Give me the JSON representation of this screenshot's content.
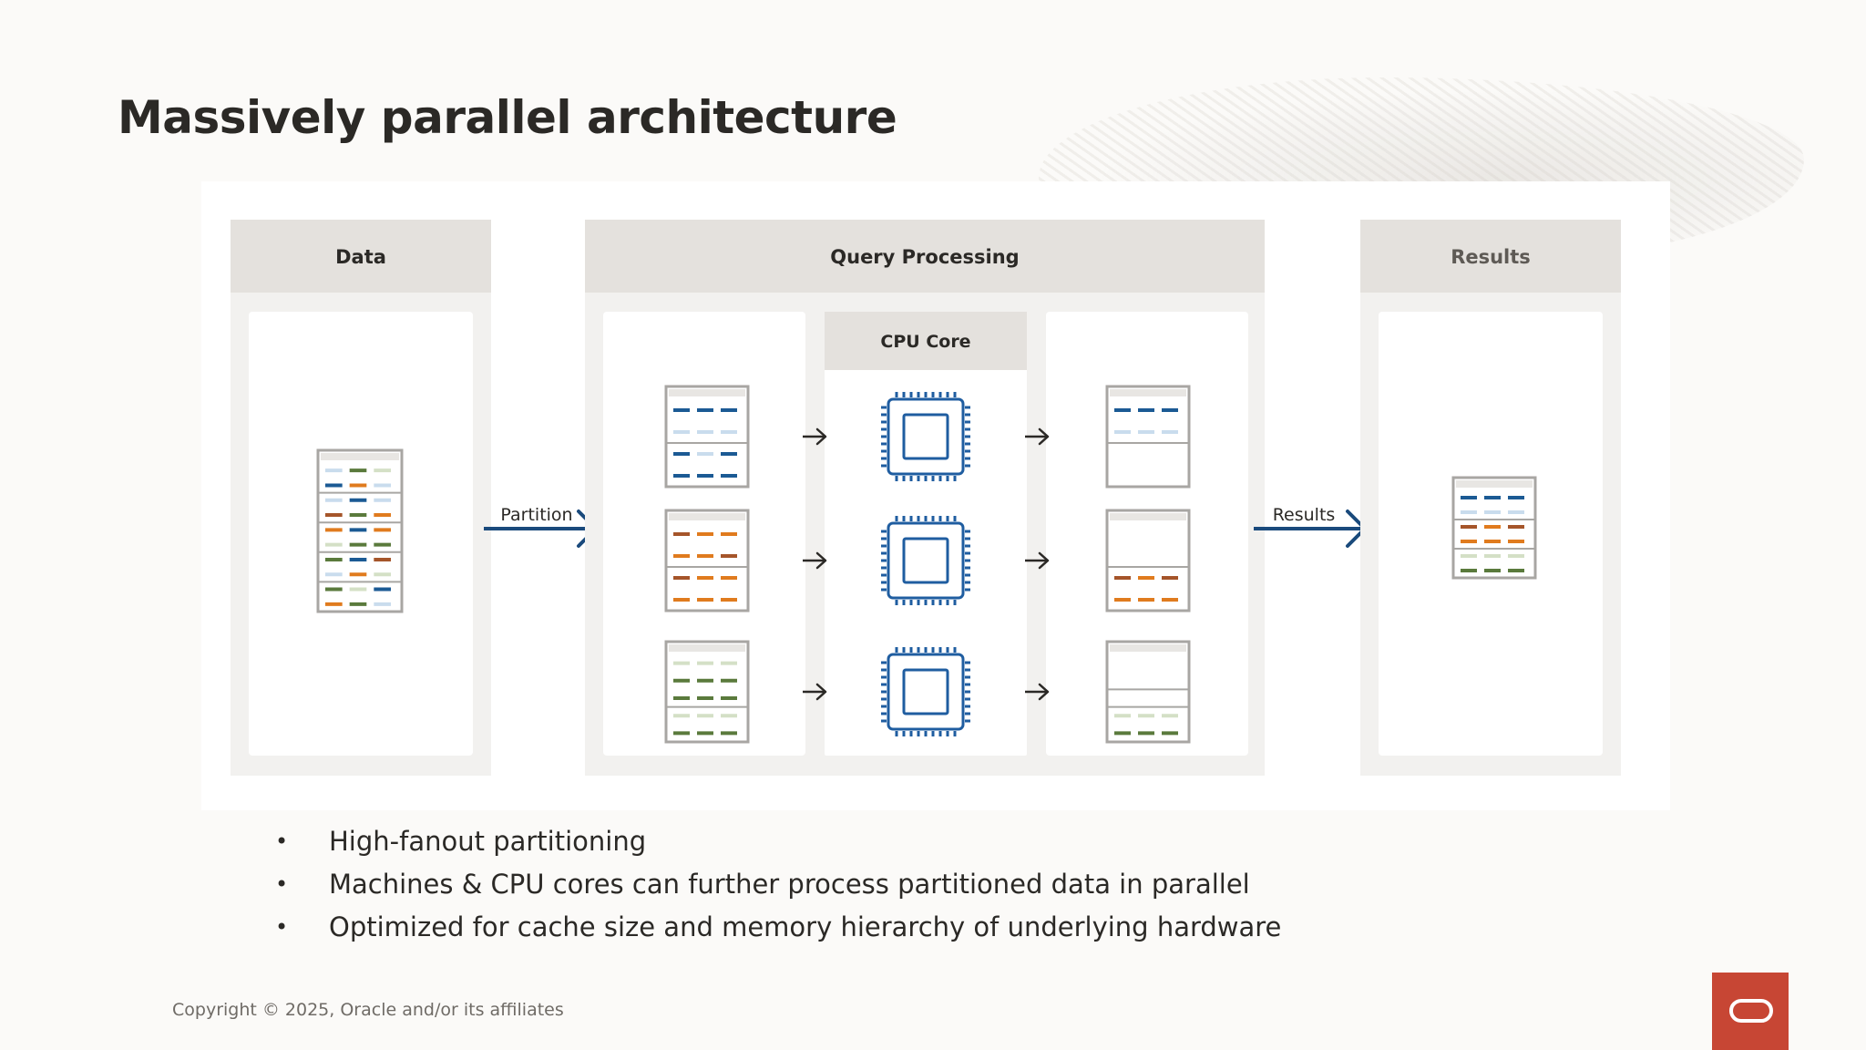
{
  "slide": {
    "title": "Massively parallel architecture",
    "copyright": "Copyright © 2025, Oracle and/or its affiliates"
  },
  "diagram": {
    "panels": {
      "data": "Data",
      "query_processing": "Query Processing",
      "cpu_core": "CPU Core",
      "results": "Results"
    },
    "flow_labels": {
      "partition": "Partition",
      "results": "Results"
    },
    "colors": {
      "blue": "#1b5a94",
      "light_blue": "#c9dced",
      "orange": "#e07b1e",
      "brown": "#a5552a",
      "green": "#5a7a3c",
      "light_green": "#d4e0c6",
      "navy": "#1a4a7c",
      "chip_blue": "#1f5da0",
      "panel_header": "#e4e1dd",
      "panel_body": "#f2f1ef",
      "table_outline": "#a8a6a3"
    }
  },
  "bullets": [
    "High-fanout partitioning",
    "Machines & CPU cores can further process partitioned data in parallel",
    "Optimized for cache size and memory hierarchy of underlying hardware"
  ],
  "brand": {
    "logo": "oracle-logo",
    "logo_color": "#c74634"
  }
}
